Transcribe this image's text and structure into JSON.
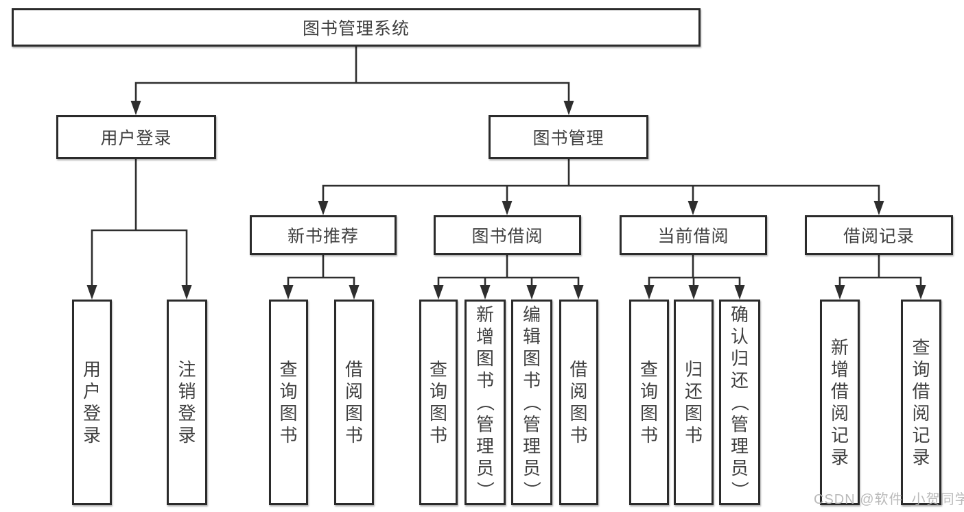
{
  "theme": {
    "line-color": "#2e2e2e",
    "border-color": "#2b2b2b",
    "text-color": "#3f3f3f",
    "watermark-color": "rgba(178,178,178,0.9)"
  },
  "tree": {
    "label": "图书管理系统",
    "children": [
      {
        "label": "用户登录",
        "children": [
          {
            "label": "用户登录"
          },
          {
            "label": "注销登录"
          }
        ]
      },
      {
        "label": "图书管理",
        "children": [
          {
            "label": "新书推荐",
            "children": [
              {
                "label": "查询图书"
              },
              {
                "label": "借阅图书"
              }
            ]
          },
          {
            "label": "图书借阅",
            "children": [
              {
                "label": "查询图书"
              },
              {
                "label": "新增图书（管理员）"
              },
              {
                "label": "编辑图书（管理员）"
              },
              {
                "label": "借阅图书"
              }
            ]
          },
          {
            "label": "当前借阅",
            "children": [
              {
                "label": "查询图书"
              },
              {
                "label": "归还图书"
              },
              {
                "label": "确认归还（管理员）"
              }
            ]
          },
          {
            "label": "借阅记录",
            "children": [
              {
                "label": "新增借阅记录"
              },
              {
                "label": "查询借阅记录"
              }
            ]
          }
        ]
      }
    ]
  },
  "watermark": "CSDN @软件_小贺同学"
}
